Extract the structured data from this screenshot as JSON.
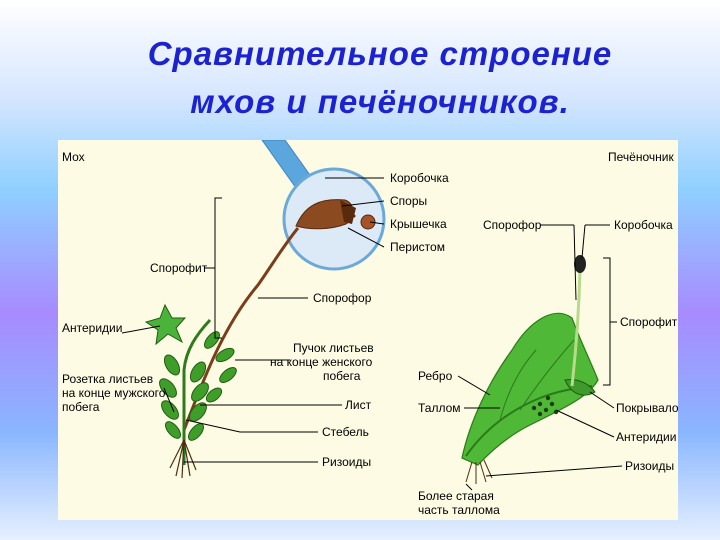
{
  "title": {
    "line1": "Сравнительное строение",
    "line2": "мхов и печёночников."
  },
  "moss": {
    "heading": "Мох",
    "labels": {
      "capsule": "Коробочка",
      "spores": "Споры",
      "lid": "Крышечка",
      "peristome": "Перистом",
      "sporophyte": "Спорофит",
      "sporophore": "Спорофор",
      "antheridia": "Антеридии",
      "leaf_tuft_1": "Пучок листьев",
      "leaf_tuft_2": "на конце женского",
      "leaf_tuft_3": "побега",
      "rosette_1": "Розетка листьев",
      "rosette_2": "на конце мужского",
      "rosette_3": "побега",
      "leaf": "Лист",
      "stem": "Стебель",
      "rhizoids": "Ризоиды"
    }
  },
  "liverwort": {
    "heading": "Печёночник",
    "labels": {
      "sporophore": "Спорофор",
      "capsule": "Коробочка",
      "sporophyte": "Спорофит",
      "rib": "Ребро",
      "thallus": "Таллом",
      "cover": "Покрывало",
      "antheridia": "Антеридии",
      "rhizoids": "Ризоиды",
      "old_thallus_1": "Более старая",
      "old_thallus_2": "часть таллома"
    }
  }
}
